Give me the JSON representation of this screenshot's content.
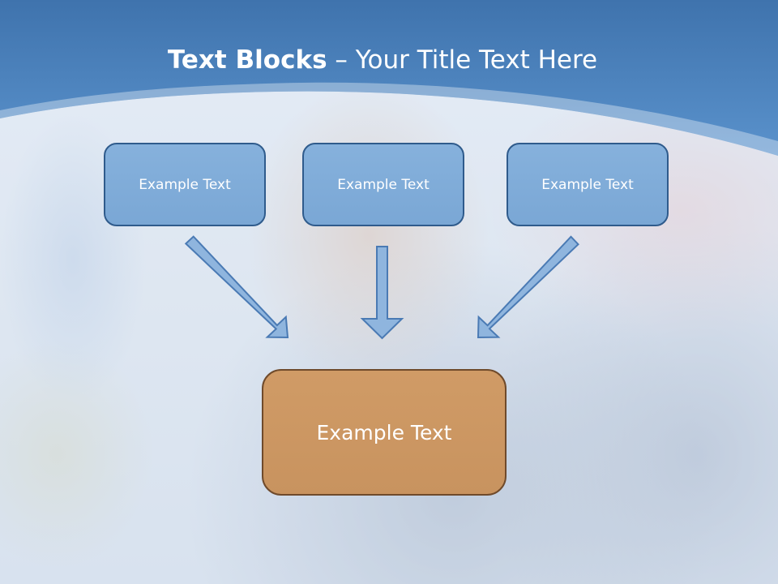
{
  "slide": {
    "title_bold": "Text Blocks",
    "title_rest": " – Your Title Text Here"
  },
  "diagram": {
    "top_boxes": [
      {
        "label": "Example Text"
      },
      {
        "label": "Example Text"
      },
      {
        "label": "Example Text"
      }
    ],
    "bottom_box": {
      "label": "Example Text"
    }
  },
  "colors": {
    "header_blue": "#4a82bd",
    "box_blue": "#7ea9d6",
    "box_border_blue": "#2f5b8c",
    "box_orange": "#cc9762",
    "box_border_brown": "#6f4a2b",
    "arrow_fill": "#8fb5de",
    "arrow_stroke": "#4a7ab4"
  }
}
